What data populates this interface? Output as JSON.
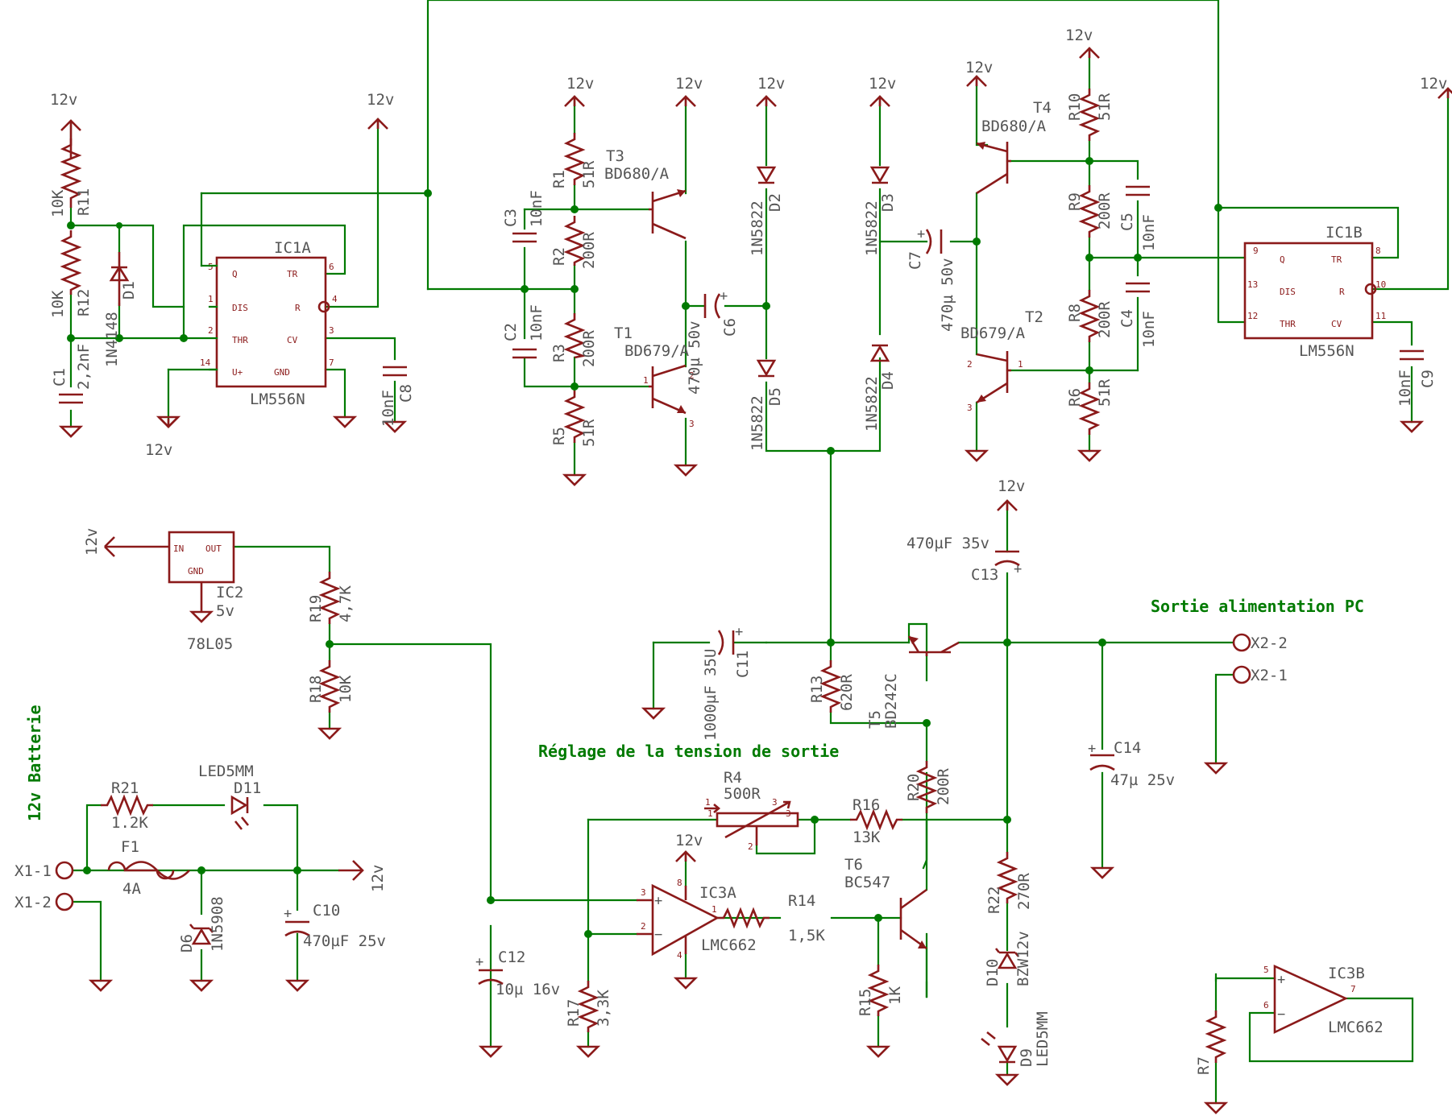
{
  "annotations": {
    "output_title": "Sortie alimentation PC",
    "voltage_adjust": "Réglage de la tension de sortie",
    "battery_title": "12v Batterie"
  },
  "supplies": {
    "v12": "12v"
  },
  "components": {
    "R1": {
      "ref": "R1",
      "value": "51R"
    },
    "R2": {
      "ref": "R2",
      "value": "200R"
    },
    "R3": {
      "ref": "R3",
      "value": "200R"
    },
    "R4": {
      "ref": "R4",
      "value": "500R"
    },
    "R5": {
      "ref": "R5",
      "value": "51R"
    },
    "R6": {
      "ref": "R6",
      "value": "51R"
    },
    "R7": {
      "ref": "R7",
      "value": ""
    },
    "R8": {
      "ref": "R8",
      "value": "200R"
    },
    "R9": {
      "ref": "R9",
      "value": "200R"
    },
    "R10": {
      "ref": "R10",
      "value": "51R"
    },
    "R11": {
      "ref": "R11",
      "value": "10K"
    },
    "R12": {
      "ref": "R12",
      "value": "10K"
    },
    "R13": {
      "ref": "R13",
      "value": "620R"
    },
    "R14": {
      "ref": "R14",
      "value": "1,5K"
    },
    "R15": {
      "ref": "R15",
      "value": "1K"
    },
    "R16": {
      "ref": "R16",
      "value": "13K"
    },
    "R17": {
      "ref": "R17",
      "value": "3,3K"
    },
    "R18": {
      "ref": "R18",
      "value": "10K"
    },
    "R19": {
      "ref": "R19",
      "value": "4,7K"
    },
    "R20": {
      "ref": "R20",
      "value": "200R"
    },
    "R21": {
      "ref": "R21",
      "value": "1.2K"
    },
    "R22": {
      "ref": "R22",
      "value": "270R"
    },
    "C1": {
      "ref": "C1",
      "value": "2,2nF"
    },
    "C2": {
      "ref": "C2",
      "value": "10nF"
    },
    "C3": {
      "ref": "C3",
      "value": "10nF"
    },
    "C4": {
      "ref": "C4",
      "value": "10nF"
    },
    "C5": {
      "ref": "C5",
      "value": "10nF"
    },
    "C6": {
      "ref": "C6",
      "value": "470µ 50v"
    },
    "C7": {
      "ref": "C7",
      "value": "470µ 50v"
    },
    "C8": {
      "ref": "C8",
      "value": "10nF"
    },
    "C9": {
      "ref": "C9",
      "value": "10nF"
    },
    "C10": {
      "ref": "C10",
      "value": "470µF 25v"
    },
    "C11": {
      "ref": "C11",
      "value": "1000µF 35U"
    },
    "C12": {
      "ref": "C12",
      "value": "10µ 16v"
    },
    "C13": {
      "ref": "C13",
      "value": "470µF 35v"
    },
    "C14": {
      "ref": "C14",
      "value": "47µ 25v"
    },
    "D1": {
      "ref": "D1",
      "value": "1N4148"
    },
    "D2": {
      "ref": "D2",
      "value": "1N5822"
    },
    "D3": {
      "ref": "D3",
      "value": "1N5822"
    },
    "D4": {
      "ref": "D4",
      "value": "1N5822"
    },
    "D5": {
      "ref": "D5",
      "value": "1N5822"
    },
    "D6": {
      "ref": "D6",
      "value": "1N5908"
    },
    "D9": {
      "ref": "D9",
      "value": "LED5MM"
    },
    "D10": {
      "ref": "D10",
      "value": "BZW12v"
    },
    "D11": {
      "ref": "D11",
      "value": "LED5MM"
    },
    "F1": {
      "ref": "F1",
      "value": "4A"
    },
    "T1": {
      "ref": "T1",
      "value": "BD679/A"
    },
    "T2": {
      "ref": "T2",
      "value": "BD679/A"
    },
    "T3": {
      "ref": "T3",
      "value": "BD680/A"
    },
    "T4": {
      "ref": "T4",
      "value": "BD680/A"
    },
    "T5": {
      "ref": "T5",
      "value": "BD242C"
    },
    "T6": {
      "ref": "T6",
      "value": "BC547"
    },
    "IC1A": {
      "ref": "IC1A",
      "value": "LM556N"
    },
    "IC1B": {
      "ref": "IC1B",
      "value": "LM556N"
    },
    "IC2": {
      "ref": "IC2",
      "value": "5v",
      "part": "78L05"
    },
    "IC3A": {
      "ref": "IC3A",
      "value": "LMC662"
    },
    "IC3B": {
      "ref": "IC3B",
      "value": "LMC662"
    }
  },
  "ic1a_pins": {
    "q": "Q",
    "tr": "TR",
    "dis": "DIS",
    "r": "R",
    "thr": "THR",
    "cv": "CV",
    "vplus": "U+",
    "gnd": "GND",
    "n5": "5",
    "n6": "6",
    "n1": "1",
    "n4": "4",
    "n2": "2",
    "n3": "3",
    "n14": "14",
    "n7": "7"
  },
  "ic1b_pins": {
    "q": "Q",
    "tr": "TR",
    "dis": "DIS",
    "r": "R",
    "thr": "THR",
    "cv": "CV",
    "n9": "9",
    "n8": "8",
    "n13": "13",
    "n10": "10",
    "n12": "12",
    "n11": "11"
  },
  "ic2_pins": {
    "in": "IN",
    "out": "OUT",
    "gnd": "GND"
  },
  "opamp_pins": {
    "plus": "+",
    "minus": "−",
    "a3": "3",
    "a2": "2",
    "a1": "1",
    "a8": "8",
    "a4": "4",
    "b5": "5",
    "b6": "6",
    "b7": "7"
  },
  "trans_pins": {
    "p1": "1",
    "p2": "2",
    "p3": "3"
  },
  "pot_pins": {
    "p1": "1",
    "p2": "2",
    "p3": "3"
  },
  "connectors": {
    "x1_1": "X1-1",
    "x1_2": "X1-2",
    "x2_1": "X2-1",
    "x2_2": "X2-2"
  }
}
